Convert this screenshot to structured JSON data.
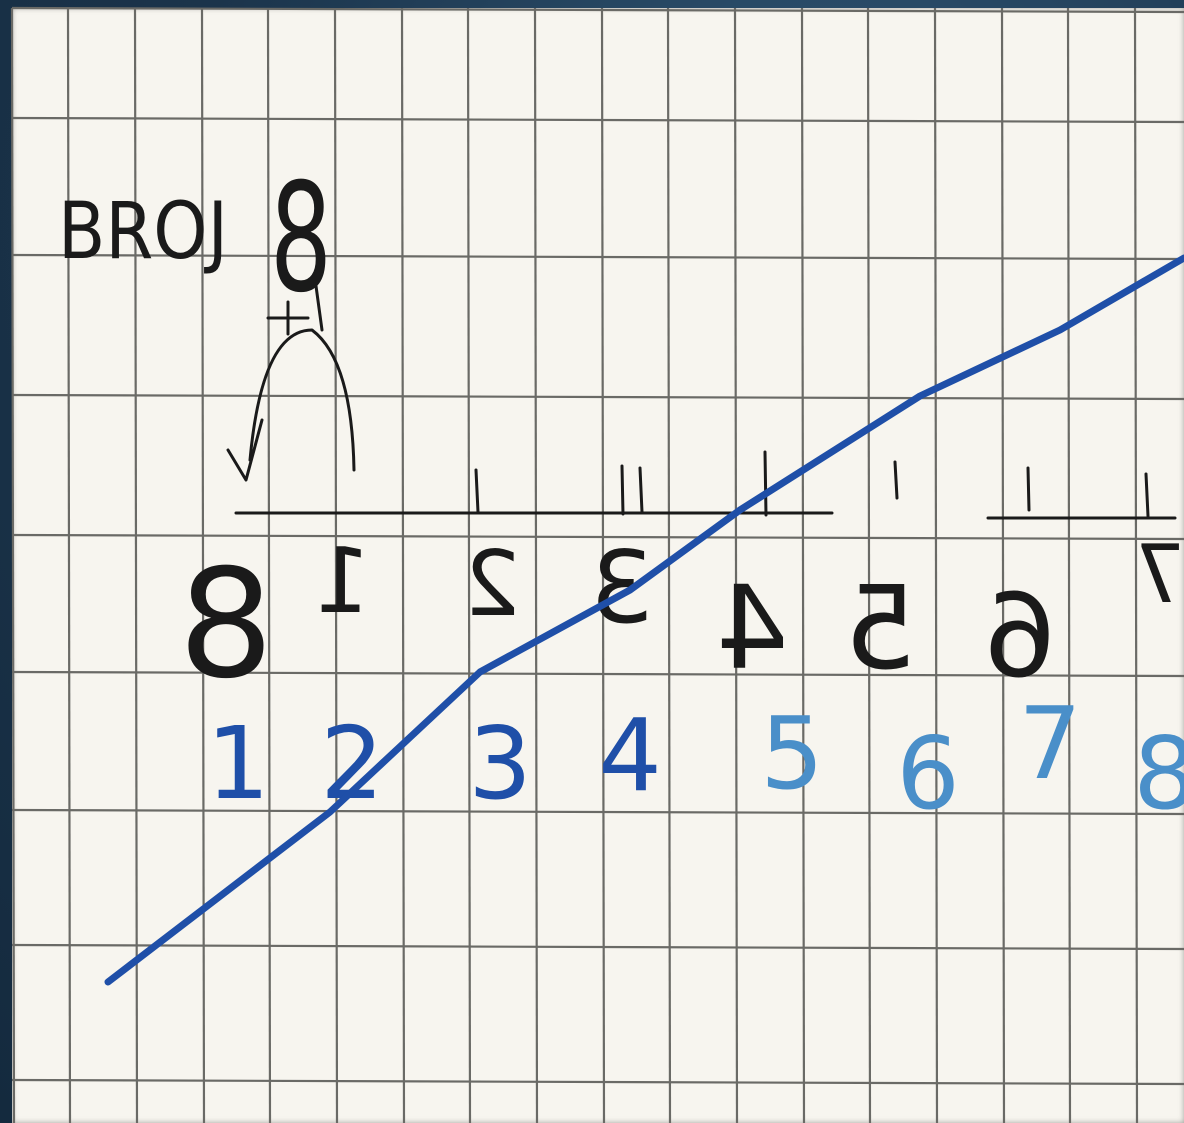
{
  "heading": {
    "word": "BROJ",
    "number": "8"
  },
  "mirrored_row": [
    "8",
    "1",
    "2",
    "3",
    "4",
    "5",
    "6",
    "7"
  ],
  "number_row": [
    "1",
    "2",
    "3",
    "4",
    "5",
    "6",
    "7",
    "8"
  ],
  "colors": {
    "paper": "#f7f5ef",
    "grid": "#6a6a66",
    "pencil_ink": "#1a1a1a",
    "blue_ink": "#1f4fa8",
    "light_blue_ink": "#4a8fc9",
    "background": "#1d3850"
  }
}
